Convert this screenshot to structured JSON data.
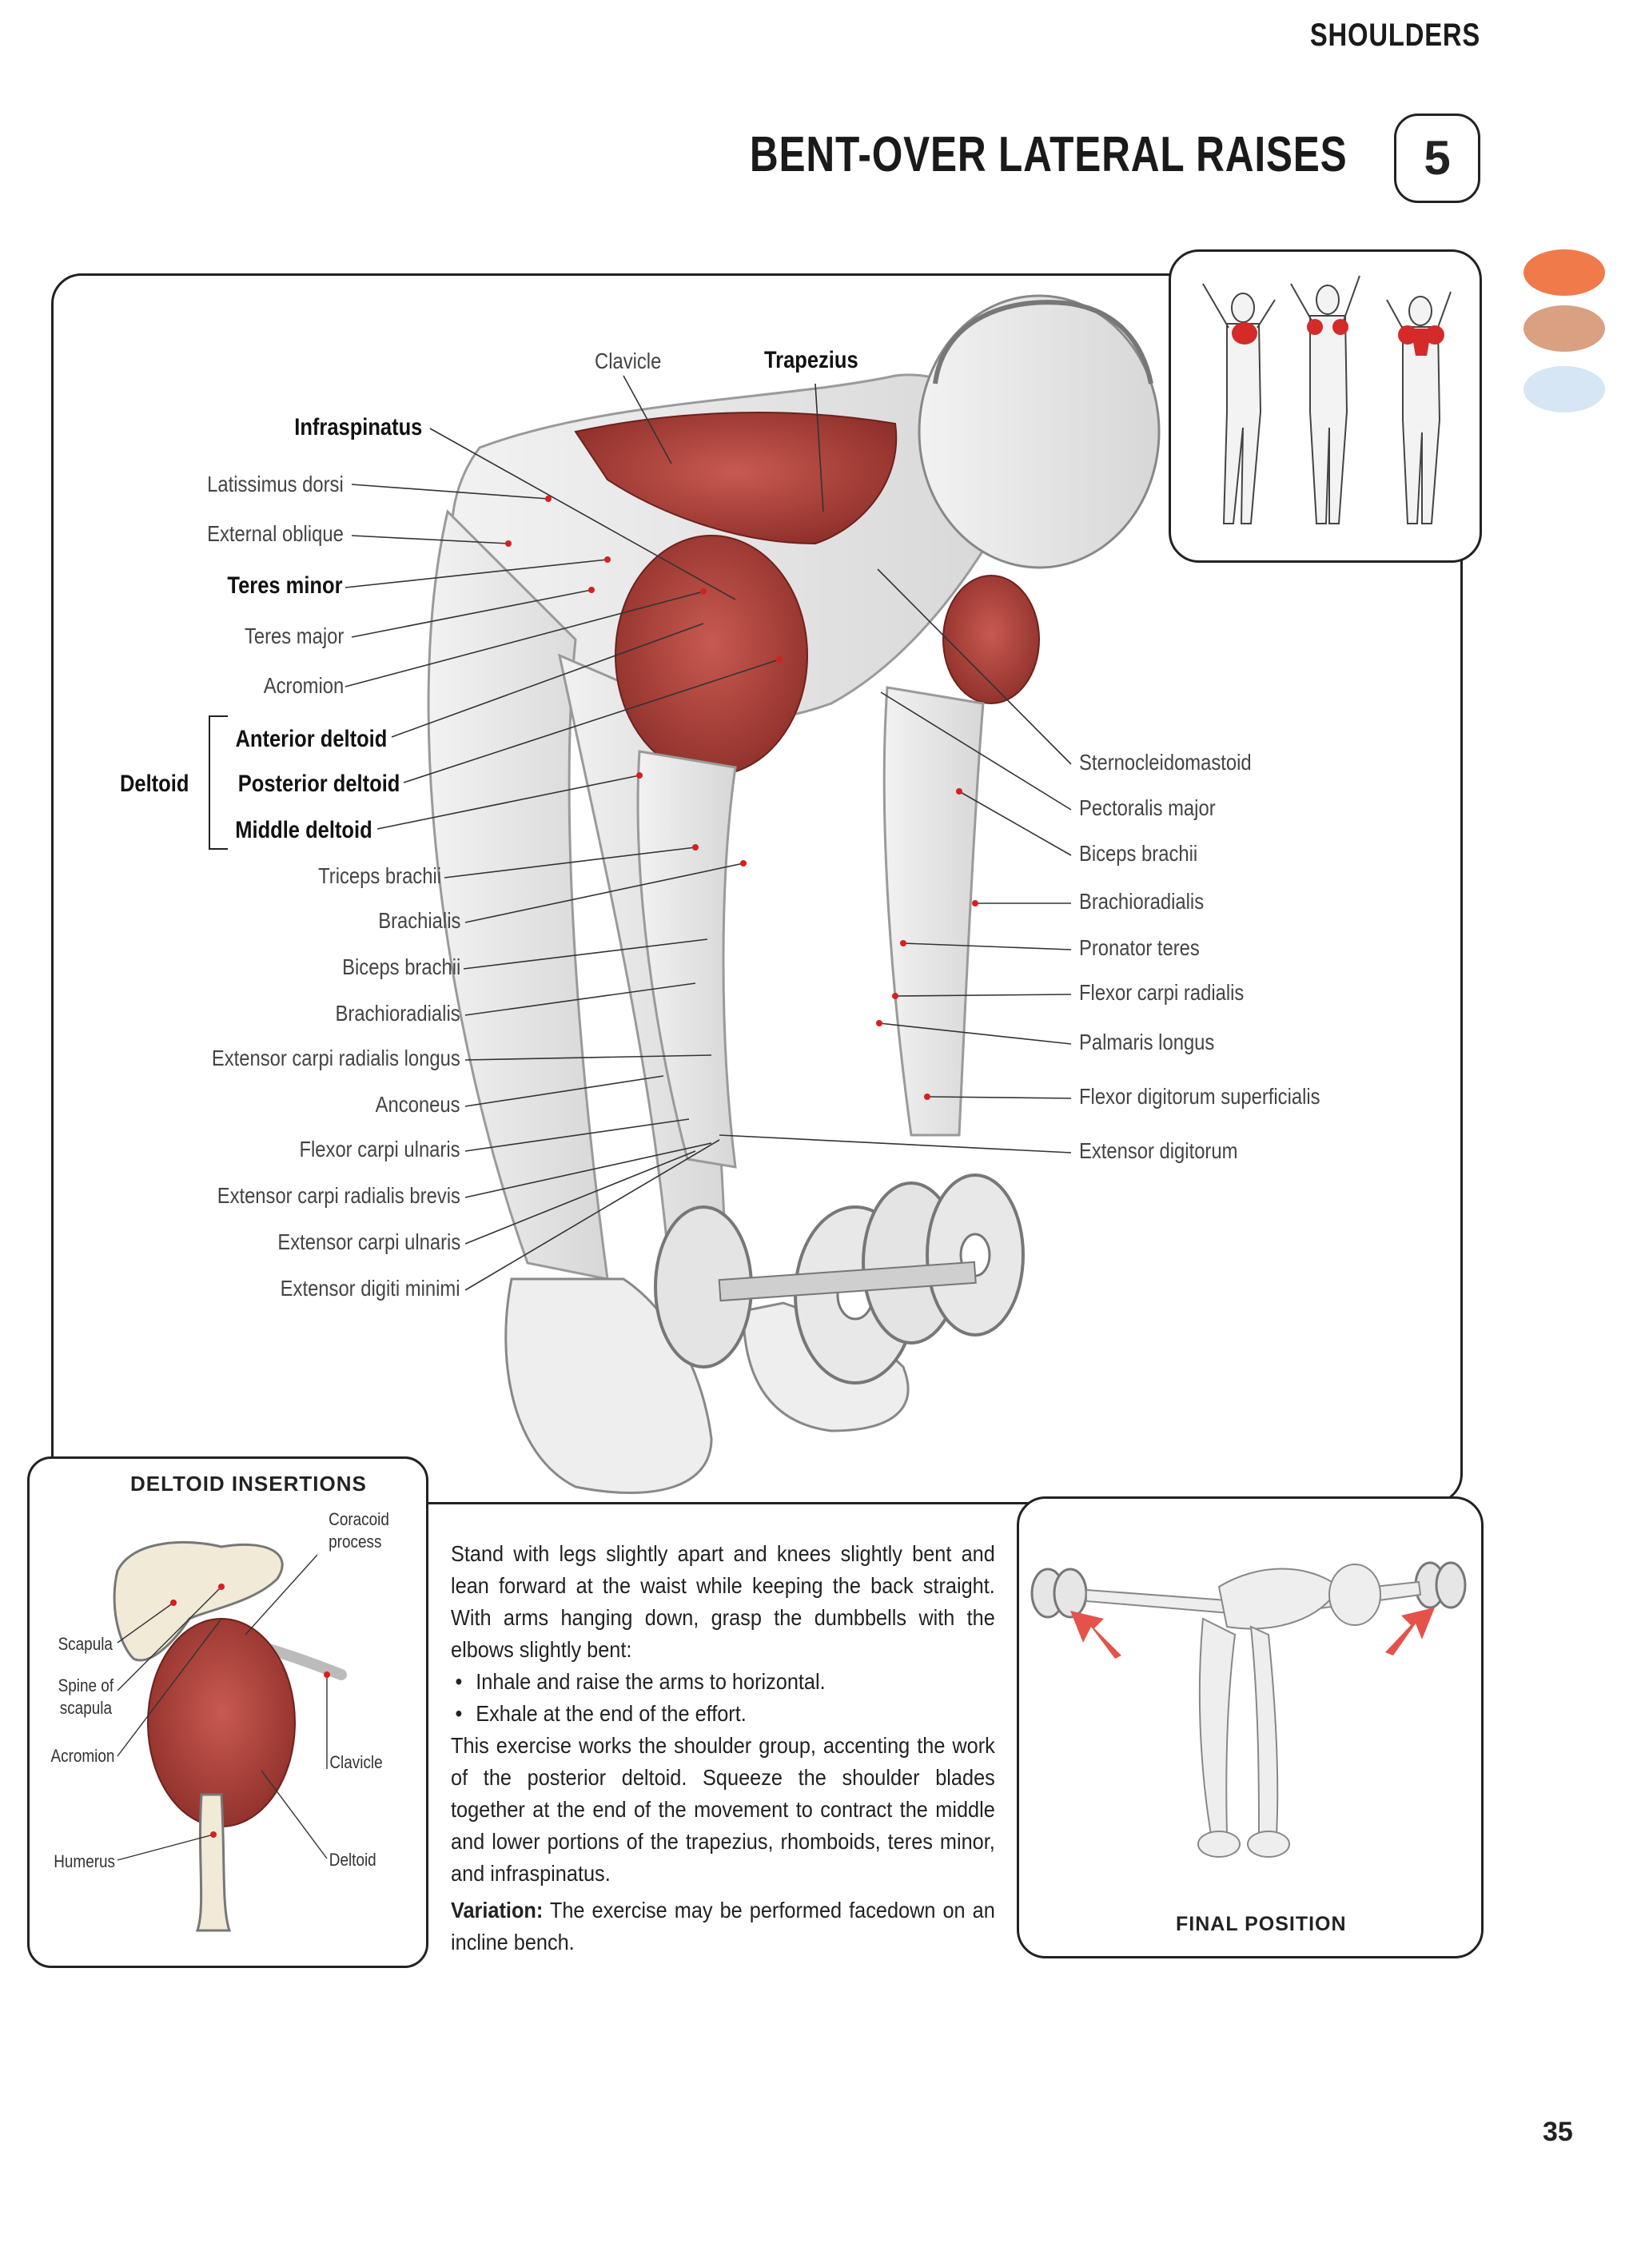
{
  "header": {
    "section": "SHOULDERS",
    "title": "BENT-OVER LATERAL RAISES",
    "number": "5"
  },
  "color_dots": [
    "#f07a4a",
    "#d9a081",
    "#d6e6f4"
  ],
  "main_labels": {
    "left": [
      "Infraspinatus",
      "Latissimus dorsi",
      "External oblique",
      "Teres minor",
      "Teres major",
      "Acromion",
      "Anterior deltoid",
      "Posterior deltoid",
      "Middle deltoid",
      "Triceps brachii",
      "Brachialis",
      "Biceps brachii",
      "Brachioradialis",
      "Extensor carpi radialis longus",
      "Anconeus",
      "Flexor carpi ulnaris",
      "Extensor carpi radialis brevis",
      "Extensor carpi ulnaris",
      "Extensor digiti minimi"
    ],
    "deltoid_group": "Deltoid",
    "top": [
      "Clavicle",
      "Trapezius"
    ],
    "right": [
      "Sternocleidomastoid",
      "Pectoralis major",
      "Biceps brachii",
      "Brachioradialis",
      "Pronator teres",
      "Flexor carpi radialis",
      "Palmaris longus",
      "Flexor digitorum superficialis",
      "Extensor digitorum"
    ]
  },
  "deltoid_insertions": {
    "title": "DELTOID INSERTIONS",
    "labels": {
      "coracoid": "Coracoid\nprocess",
      "scapula": "Scapula",
      "spine": "Spine of\nscapula",
      "acromion": "Acromion",
      "clavicle": "Clavicle",
      "humerus": "Humerus",
      "deltoid": "Deltoid"
    }
  },
  "description": {
    "intro": "Stand with legs slightly apart and knees slightly bent and lean forward at the waist while keeping the back straight. With arms hanging down, grasp the dumbbells with the elbows slightly bent:",
    "steps": [
      "Inhale and raise the arms to horizontal.",
      "Exhale at the end of the effort."
    ],
    "body": "This exercise works the shoulder group, accenting the work of the posterior deltoid. Squeeze the shoulder blades together at the end of the movement to contract the middle and lower portions of the trapezius, rhomboids, teres minor, and infraspinatus.",
    "variation_label": "Variation:",
    "variation_text": "The exercise may be performed facedown on an incline bench."
  },
  "final_position": {
    "caption": "FINAL POSITION"
  },
  "page_number": "35"
}
